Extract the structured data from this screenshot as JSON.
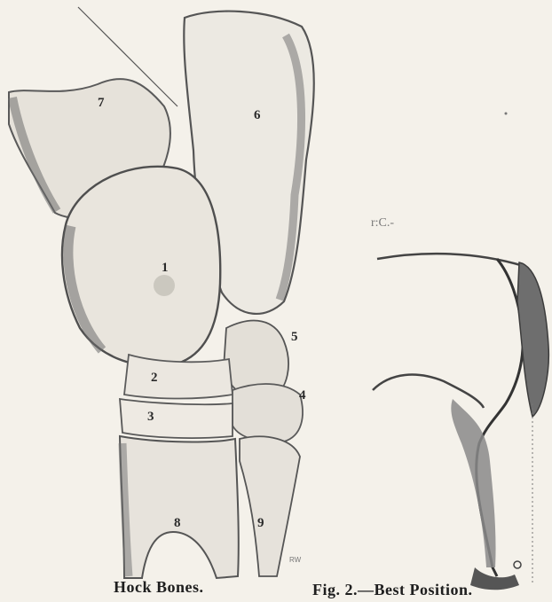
{
  "figure_left": {
    "caption": "Hock Bones.",
    "bone_labels": [
      "1",
      "2",
      "3",
      "4",
      "5",
      "6",
      "7",
      "8",
      "9"
    ]
  },
  "figure_right": {
    "caption": "Fig. 2.—Best Position.",
    "scribble": "r:C.-"
  }
}
